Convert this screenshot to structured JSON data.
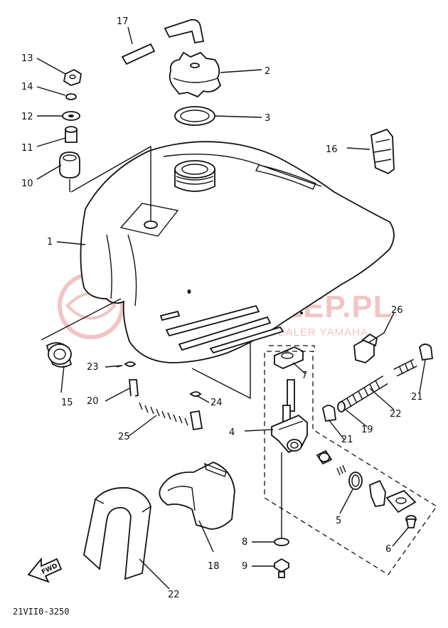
{
  "diagram": {
    "code": "21VII0-3250",
    "watermark": {
      "main": "YAMA-SKLEP.PL",
      "sub": "WWW.YAMA-SKLEP.PL DEALER YAMAHA"
    },
    "fwd_label": "FWD",
    "parts": [
      {
        "id": "p1",
        "label": "1"
      },
      {
        "id": "p2",
        "label": "2"
      },
      {
        "id": "p3",
        "label": "3"
      },
      {
        "id": "p4",
        "label": "4"
      },
      {
        "id": "p5",
        "label": "5"
      },
      {
        "id": "p6",
        "label": "6"
      },
      {
        "id": "p7",
        "label": "7"
      },
      {
        "id": "p8",
        "label": "8"
      },
      {
        "id": "p9",
        "label": "9"
      },
      {
        "id": "p10",
        "label": "10"
      },
      {
        "id": "p11",
        "label": "11"
      },
      {
        "id": "p12",
        "label": "12"
      },
      {
        "id": "p13",
        "label": "13"
      },
      {
        "id": "p14",
        "label": "14"
      },
      {
        "id": "p15",
        "label": "15"
      },
      {
        "id": "p16",
        "label": "16"
      },
      {
        "id": "p17",
        "label": "17"
      },
      {
        "id": "p18",
        "label": "18"
      },
      {
        "id": "p19",
        "label": "19"
      },
      {
        "id": "p20",
        "label": "20"
      },
      {
        "id": "p21a",
        "label": "21"
      },
      {
        "id": "p21b",
        "label": "21"
      },
      {
        "id": "p22a",
        "label": "22"
      },
      {
        "id": "p22b",
        "label": "22"
      },
      {
        "id": "p23",
        "label": "23"
      },
      {
        "id": "p24",
        "label": "24"
      },
      {
        "id": "p25",
        "label": "25"
      },
      {
        "id": "p26",
        "label": "26"
      }
    ]
  }
}
